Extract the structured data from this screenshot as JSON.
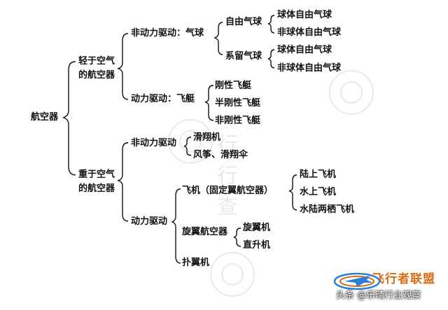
{
  "diagram": {
    "root": "航空器",
    "lighter": {
      "label_line1": "轻于空气",
      "label_line2": "的航空器",
      "unpowered": "非动力驱动：气球",
      "free_balloon": "自由气球",
      "free_spherical": "球体自由气球",
      "free_nonspherical": "非球体自由气球",
      "tethered_balloon": "系留气球",
      "tethered_spherical": "球体自由气球",
      "tethered_nonspherical": "非球体自由气球",
      "powered": "动力驱动：飞艇",
      "rigid": "刚性飞艇",
      "semirigid": "半刚性飞艇",
      "nonrigid": "非刚性飞艇"
    },
    "heavier": {
      "label_line1": "重于空气",
      "label_line2": "的航空器",
      "unpowered": "非动力驱动",
      "glider": "滑翔机",
      "kite": "风筝、滑翔伞",
      "powered": "动力驱动",
      "airplane": "飞机（固定翼航空器）",
      "land_plane": "陆上飞机",
      "seaplane": "水上飞机",
      "amphibian": "水陆两栖飞机",
      "rotorcraft": "旋翼航空器",
      "gyroplane": "旋翼机",
      "helicopter": "直升机",
      "ornithopter": "扑翼机"
    }
  },
  "watermark": {
    "text": "行行查"
  },
  "footer": {
    "brand": "飞行者联盟",
    "credit": "头条 @乐晴行业观察",
    "brand_color": "#d96b13"
  }
}
